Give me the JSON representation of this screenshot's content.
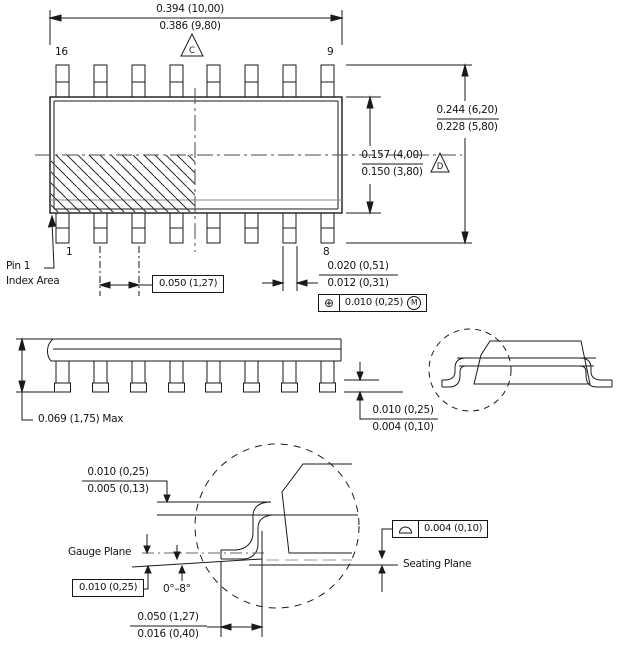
{
  "top_view": {
    "pin_top_left": "16",
    "pin_top_right": "9",
    "pin_bottom_left": "1",
    "pin_bottom_right": "8",
    "dim_width_max": "0.394 (10,00)",
    "dim_width_min": "0.386 (9,80)",
    "rev_flag_width": "C",
    "dim_span_max": "0.244 (6,20)",
    "dim_span_min": "0.228 (5,80)",
    "dim_body_max": "0.157 (4,00)",
    "dim_body_min": "0.150 (3,80)",
    "rev_flag_body": "D",
    "index_label_line1": "Pin 1",
    "index_label_line2": "Index Area",
    "dim_pitch": "0.050 (1,27)",
    "dim_lead_width_max": "0.020 (0,51)",
    "dim_lead_width_min": "0.012 (0,31)",
    "fcf_position": {
      "symbol": "⊕",
      "value": "0.010 (0,25)",
      "modifier": "M"
    }
  },
  "side_view": {
    "dim_height": "0.069 (1,75) Max",
    "dim_standoff_max": "0.010 (0,25)",
    "dim_standoff_min": "0.004 (0,10)"
  },
  "lead_detail": {
    "dim_thickness_max": "0.010 (0,25)",
    "dim_thickness_min": "0.005 (0,13)",
    "gauge_plane_label": "Gauge Plane",
    "dim_gauge_offset": "0.010 (0,25)",
    "angle_range": "0°–8°",
    "fcf_seating": {
      "symbol_icon": "seating-plane-flatness-icon",
      "value": "0.004 (0,10)"
    },
    "seating_plane_label": "Seating Plane",
    "dim_foot_max": "0.050 (1,27)",
    "dim_foot_min": "0.016 (0,40)"
  }
}
